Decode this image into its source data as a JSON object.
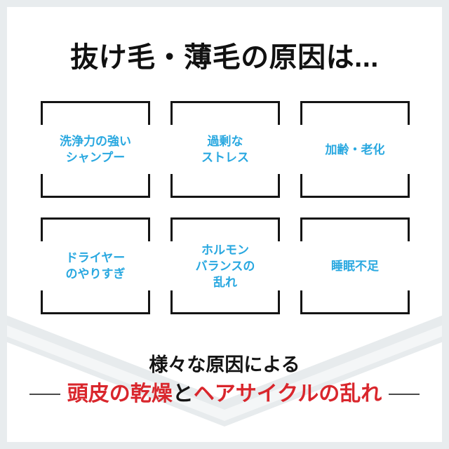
{
  "theme": {
    "frame_color": "#e8ecee",
    "panel_color": "#ffffff",
    "accent_blue": "#29a8e0",
    "accent_red": "#d9262c",
    "text_black": "#141414",
    "chevron_color": "#e7ebed",
    "rule_color": "#4a4a4a"
  },
  "header": {
    "title": "抜け毛・薄毛の原因は..."
  },
  "causes": {
    "rows": [
      [
        {
          "id": "shampoo",
          "lines": [
            "洗浄力の強い",
            "シャンプー"
          ]
        },
        {
          "id": "stress",
          "lines": [
            "過剰な",
            "ストレス"
          ]
        },
        {
          "id": "aging",
          "lines": [
            "加齢・老化"
          ]
        }
      ],
      [
        {
          "id": "dryer",
          "lines": [
            "ドライヤー",
            "のやりすぎ"
          ]
        },
        {
          "id": "hormone",
          "lines": [
            "ホルモン",
            "バランスの",
            "乱れ"
          ]
        },
        {
          "id": "sleep",
          "lines": [
            "睡眠不足"
          ]
        }
      ]
    ]
  },
  "conclusion": {
    "line1": "様々な原因による",
    "part_red_1": "頭皮の乾燥",
    "part_black": "と",
    "part_red_2": "ヘアサイクルの乱れ"
  }
}
